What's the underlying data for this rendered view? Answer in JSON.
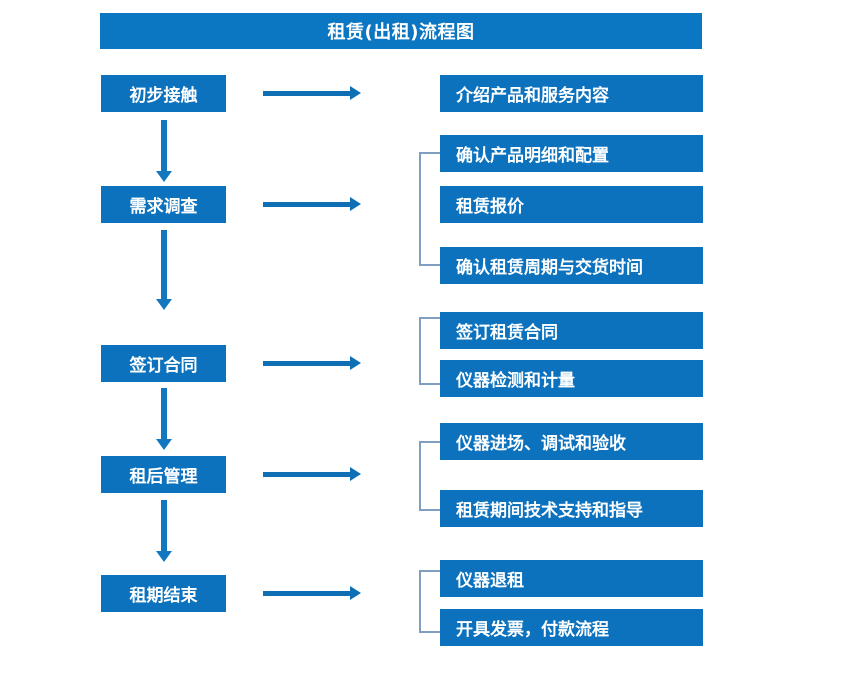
{
  "diagram": {
    "title": "租赁(出租)流程图",
    "colors": {
      "title_bar": "#0B76C2",
      "box_fill": "#0C72BE",
      "box_text": "#FFFFFF",
      "arrow": "#0E6FB5",
      "bracket": "#7E9FC2",
      "background": "#FFFFFF"
    },
    "stages": [
      {
        "label": "初步接触",
        "arrow_icon": "right-arrow-icon",
        "details": [
          "介绍产品和服务内容"
        ],
        "has_bracket": false,
        "down_arrow_icon": "down-arrow-icon"
      },
      {
        "label": "需求调查",
        "arrow_icon": "right-arrow-icon",
        "details": [
          "确认产品明细和配置",
          "租赁报价",
          "确认租赁周期与交货时间"
        ],
        "has_bracket": true,
        "down_arrow_icon": "down-arrow-icon"
      },
      {
        "label": "签订合同",
        "arrow_icon": "right-arrow-icon",
        "details": [
          "签订租赁合同",
          "仪器检测和计量"
        ],
        "has_bracket": true,
        "down_arrow_icon": "down-arrow-icon"
      },
      {
        "label": "租后管理",
        "arrow_icon": "right-arrow-icon",
        "details": [
          "仪器进场、调试和验收",
          "租赁期间技术支持和指导"
        ],
        "has_bracket": true,
        "down_arrow_icon": "down-arrow-icon"
      },
      {
        "label": "租期结束",
        "arrow_icon": "right-arrow-icon",
        "details": [
          "仪器退租",
          "开具发票，付款流程"
        ],
        "has_bracket": true,
        "down_arrow_icon": null
      }
    ]
  }
}
